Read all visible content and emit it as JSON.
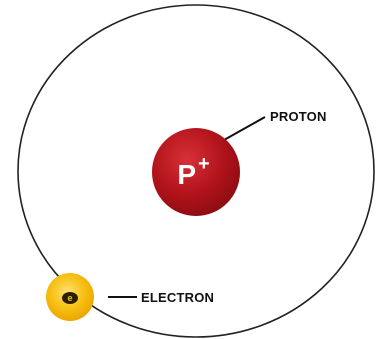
{
  "diagram": {
    "proton": {
      "symbol": "P",
      "charge": "+",
      "label": "PROTON"
    },
    "electron": {
      "symbol": "e",
      "label": "ELECTRON"
    }
  },
  "colors": {
    "proton_fill": "#b0121a",
    "proton_highlight": "#d22a30",
    "electron_fill": "#f4b400",
    "electron_highlight": "#ffd84a",
    "orbit_stroke": "#222222"
  }
}
